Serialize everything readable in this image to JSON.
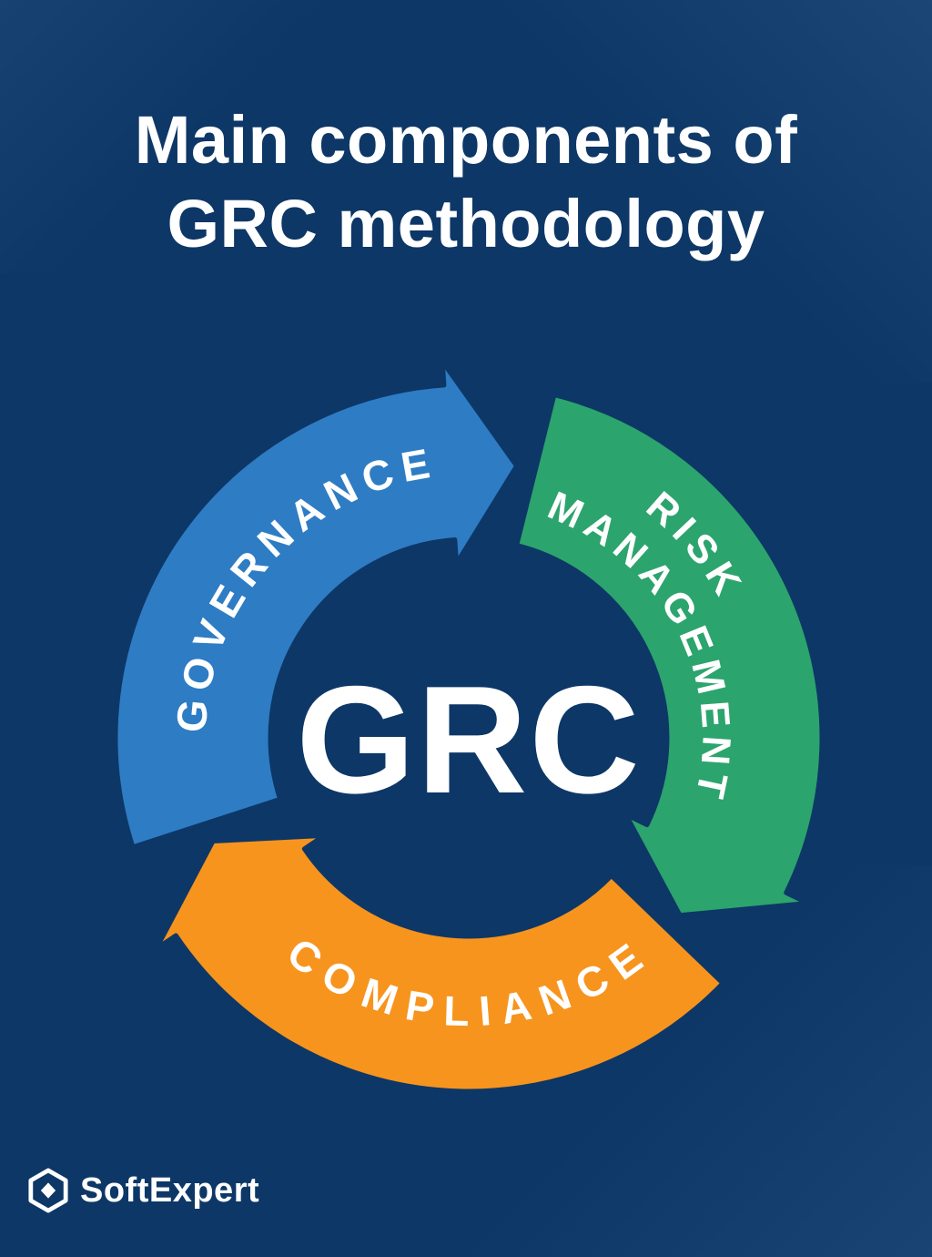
{
  "title": {
    "line1": "Main components of",
    "line2": "GRC methodology"
  },
  "diagram": {
    "center_label": "GRC",
    "segments": [
      {
        "id": "governance",
        "label": "GOVERNANCE",
        "color": "#2e7cc4",
        "lines": [
          "GOVERNANCE"
        ]
      },
      {
        "id": "risk-management",
        "label": "RISK MANAGEMENT",
        "color": "#2ca46d",
        "lines": [
          "RISK",
          "MANAGEMENT"
        ]
      },
      {
        "id": "compliance",
        "label": "COMPLIANCE",
        "color": "#f7941e",
        "lines": [
          "COMPLIANCE"
        ]
      }
    ]
  },
  "branding": {
    "logo_text": "SoftExpert"
  },
  "colors": {
    "background": "#0d3766",
    "text": "#ffffff",
    "governance": "#2e7cc4",
    "risk_management": "#2ca46d",
    "compliance": "#f7941e"
  }
}
